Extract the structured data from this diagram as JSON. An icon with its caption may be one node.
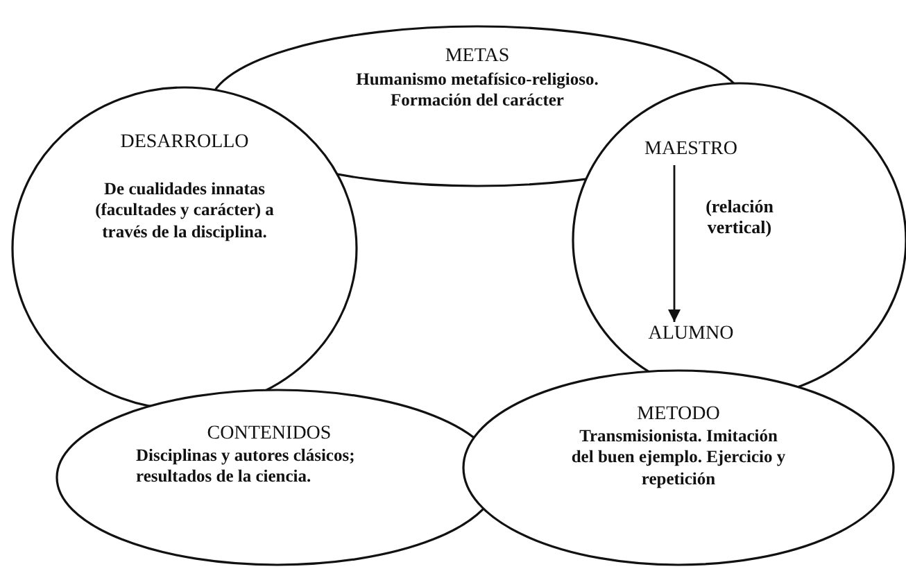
{
  "diagram": {
    "nodes": [
      {
        "text": [
          "METAS",
          "Humanismo metafísico-religioso. Formación del carácter"
        ]
      },
      {
        "text": [
          "DESARROLLO",
          "De cualidades innatas (facultades y carácter) a través de la disciplina."
        ]
      },
      {
        "text": [],
        "shape": "circle"
      },
      {
        "text": [
          "MAESTRO"
        ]
      },
      {
        "text": [
          "ALUMNO"
        ],
        "in": 2
      },
      {
        "text": [
          "CONTENIDOS",
          "Disciplinas y autores clásicos; resultados de la ciencia."
        ]
      },
      {
        "text": [
          "METODO",
          "Transmisionista. Imitación del buen ejemplo. Ejercicio y repetición"
        ]
      }
    ],
    "edges": [
      {
        "from": 3,
        "to": 4,
        "arrow": "to",
        "label": "(relación vertical)"
      }
    ]
  }
}
